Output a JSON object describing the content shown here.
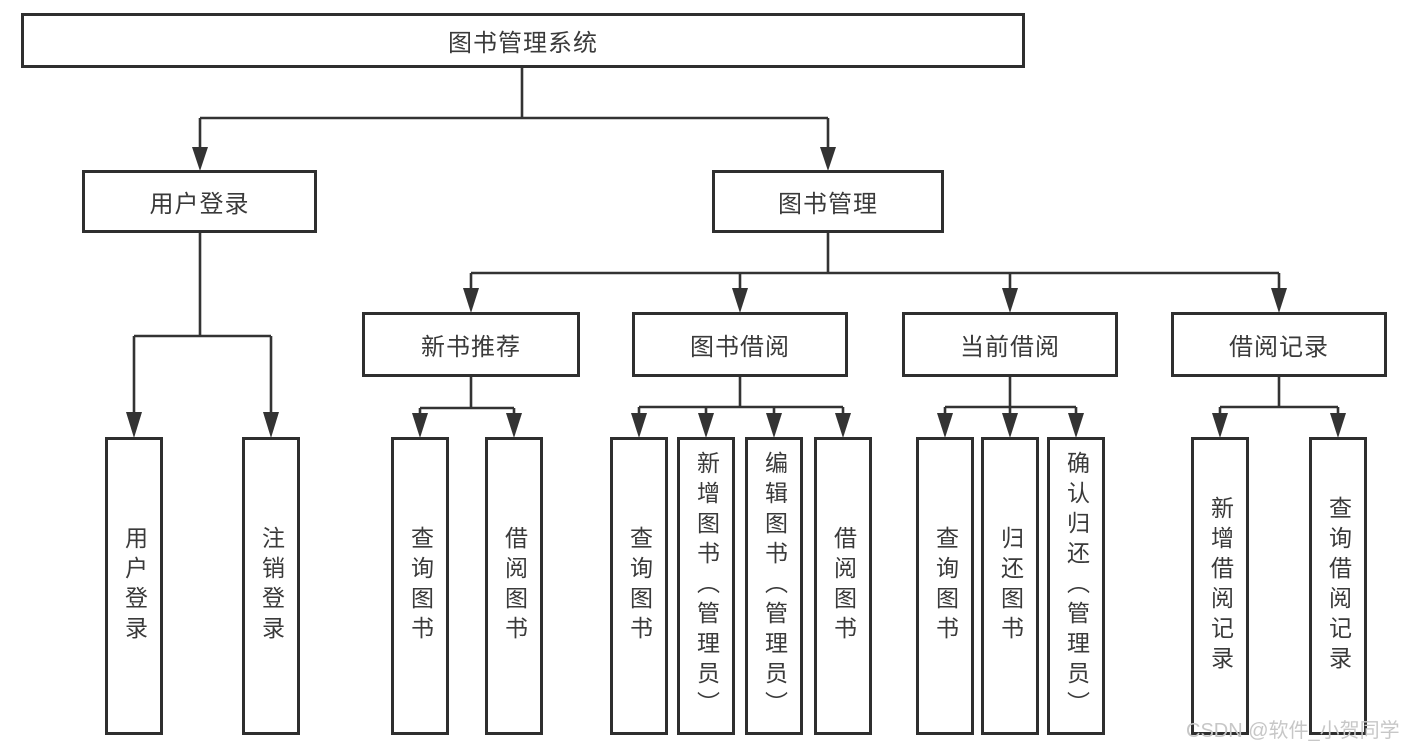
{
  "diagram_title": "图书管理系统",
  "tree": {
    "label": "图书管理系统",
    "children": [
      {
        "label": "用户登录",
        "children": [
          {
            "label": "用户登录"
          },
          {
            "label": "注销登录"
          }
        ]
      },
      {
        "label": "图书管理",
        "children": [
          {
            "label": "新书推荐",
            "children": [
              {
                "label": "查询图书"
              },
              {
                "label": "借阅图书"
              }
            ]
          },
          {
            "label": "图书借阅",
            "children": [
              {
                "label": "查询图书"
              },
              {
                "label": "新增图书（管理员）"
              },
              {
                "label": "编辑图书（管理员）"
              },
              {
                "label": "借阅图书"
              }
            ]
          },
          {
            "label": "当前借阅",
            "children": [
              {
                "label": "查询图书"
              },
              {
                "label": "归还图书"
              },
              {
                "label": "确认归还（管理员）"
              }
            ]
          },
          {
            "label": "借阅记录",
            "children": [
              {
                "label": "新增借阅记录"
              },
              {
                "label": "查询借阅记录"
              }
            ]
          }
        ]
      }
    ]
  },
  "watermark": {
    "text": "CSDN @软件_小贺同学",
    "color": "#c7c7c7"
  },
  "colors": {
    "background": "#ffffff",
    "line": "#333333",
    "box_border": "#2f2f2f",
    "box_fill": "#ffffff",
    "text": "#3a3a3a"
  }
}
